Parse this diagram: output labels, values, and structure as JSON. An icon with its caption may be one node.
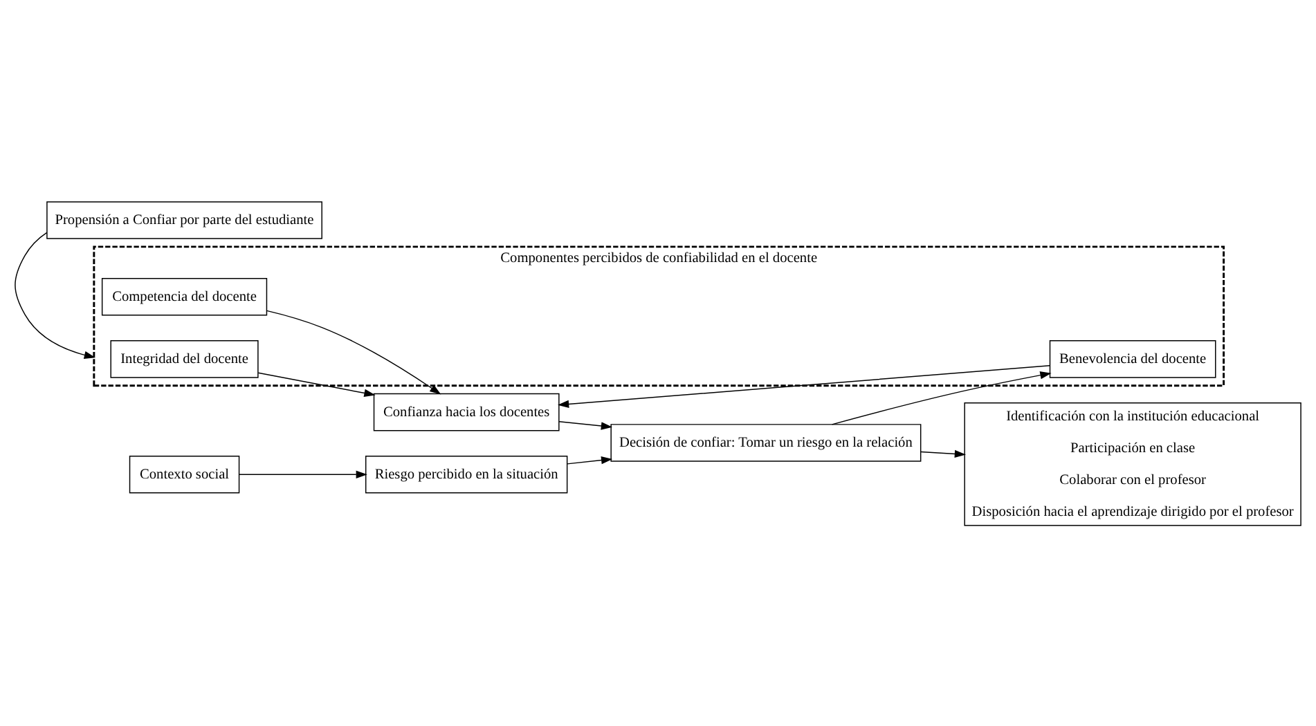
{
  "diagram": {
    "nodes": [
      {
        "text": [
          "Componentes percibidos de confiabilidad en el docente"
        ]
      },
      {
        "text": [
          "Competencia del docente"
        ],
        "in": 0
      },
      {
        "text": [
          "Benevolencia del docente"
        ],
        "in": 0
      },
      {
        "text": [
          "Integridad del docente"
        ],
        "in": 0
      },
      {
        "text": [
          "Contexto social"
        ]
      },
      {
        "text": [
          "Riesgo percibido en la situación"
        ]
      },
      {
        "text": [
          "Confianza hacia los docentes"
        ]
      },
      {
        "text": [
          "Decisión de confiar: Tomar un riesgo en la relación"
        ]
      },
      {
        "text": [
          "Identificación con la institución educacional",
          "Participación en clase",
          "Colaborar con el profesor",
          "Disposición hacia el aprendizaje dirigido por el profesor"
        ]
      },
      {
        "text": [
          "Propensión a Confiar por parte del estudiante"
        ]
      }
    ],
    "edges": [
      {
        "from": 4,
        "to": 5,
        "arrow": "to"
      },
      {
        "from": 1,
        "to": 6,
        "arrow": "to"
      },
      {
        "from": 2,
        "to": 6,
        "arrow": "to"
      },
      {
        "from": 3,
        "to": 6,
        "arrow": "to"
      },
      {
        "from": 5,
        "to": 7,
        "arrow": "to"
      },
      {
        "from": 6,
        "to": 7,
        "arrow": "to"
      },
      {
        "from": 7,
        "to": 8,
        "arrow": "to"
      },
      {
        "from": 9,
        "to": 0,
        "arrow": "to"
      },
      {
        "from": 7,
        "to": 2,
        "arrow": "to"
      }
    ]
  }
}
